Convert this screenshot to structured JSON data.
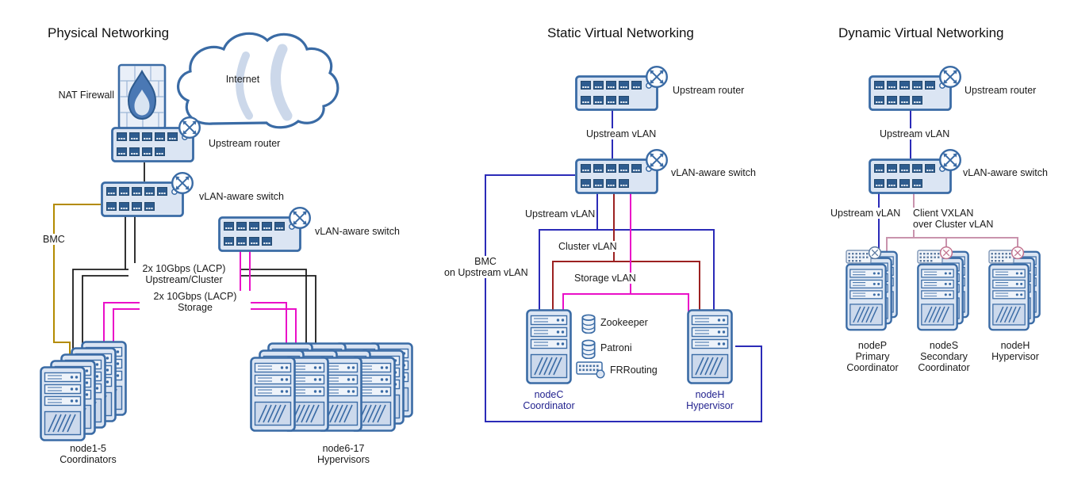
{
  "colors": {
    "device_stroke": "#3a6ba5",
    "device_fill": "#dbe5f3",
    "line_black": "#1c1c1c",
    "line_bmc_gold": "#b38b00",
    "line_storage_magenta": "#ea0fc8",
    "line_upstream_blue": "#2b2bb8",
    "line_cluster_red": "#9c2121",
    "line_vxlan_pink": "#c993ad"
  },
  "physical": {
    "title": "Physical Networking",
    "internet": "Internet",
    "nat_firewall": "NAT Firewall",
    "upstream_router": "Upstream router",
    "vlan_switch_a": "vLAN-aware switch",
    "vlan_switch_b": "vLAN-aware switch",
    "bmc": "BMC",
    "lacp_upstream_1": "2x 10Gbps (LACP)",
    "lacp_upstream_2": "Upstream/Cluster",
    "lacp_storage_1": "2x 10Gbps (LACP)",
    "lacp_storage_2": "Storage",
    "coordinators_1": "node1-5",
    "coordinators_2": "Coordinators",
    "hypervisors_1": "node6-17",
    "hypervisors_2": "Hypervisors"
  },
  "static_virtual": {
    "title": "Static Virtual Networking",
    "upstream_router": "Upstream router",
    "upstream_vlan_link": "Upstream vLAN",
    "vlan_switch": "vLAN-aware switch",
    "upstream_vlan": "Upstream vLAN",
    "cluster_vlan": "Cluster vLAN",
    "storage_vlan": "Storage vLAN",
    "bmc_1": "BMC",
    "bmc_2": "on Upstream vLAN",
    "zookeeper": "Zookeeper",
    "patroni": "Patroni",
    "frrouting": "FRRouting",
    "nodec_1": "nodeC",
    "nodec_2": "Coordinator",
    "nodeh_1": "nodeH",
    "nodeh_2": "Hypervisor"
  },
  "dynamic_virtual": {
    "title": "Dynamic Virtual Networking",
    "upstream_router": "Upstream router",
    "upstream_vlan_link": "Upstream vLAN",
    "vlan_switch": "vLAN-aware switch",
    "upstream_vlan": "Upstream vLAN",
    "client_vxlan_1": "Client VXLAN",
    "client_vxlan_2": "over Cluster vLAN",
    "nodep_1": "nodeP",
    "nodep_2": "Primary",
    "nodep_3": "Coordinator",
    "nodes_1": "nodeS",
    "nodes_2": "Secondary",
    "nodes_3": "Coordinator",
    "nodeh_1": "nodeH",
    "nodeh_2": "Hypervisor"
  }
}
